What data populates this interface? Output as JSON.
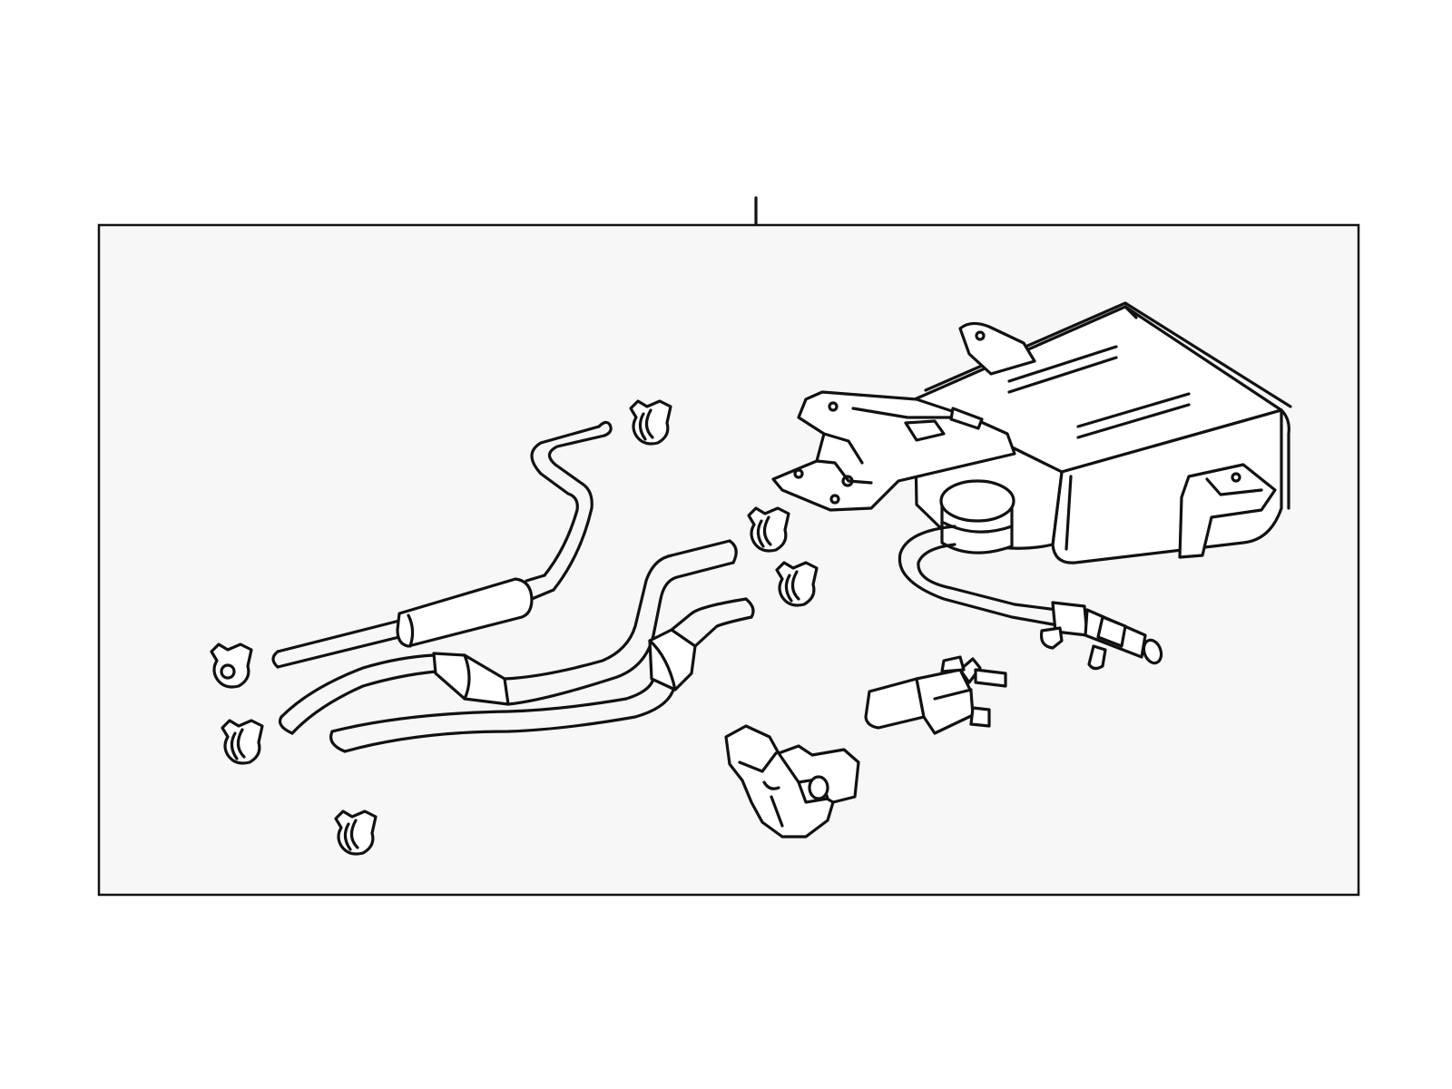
{
  "diagram": {
    "background_color": "#ffffff",
    "panel_color": "#f7f7f7",
    "line_color": "#111111",
    "parts": [
      "callout-leader",
      "assembly-panel",
      "vapor-canister",
      "mounting-bracket",
      "canister-purge-hose",
      "vsv-valve",
      "vent-valve-bracket",
      "upper-vapor-hose",
      "middle-vapor-hose",
      "lower-vapor-hose",
      "hose-clamp"
    ]
  }
}
